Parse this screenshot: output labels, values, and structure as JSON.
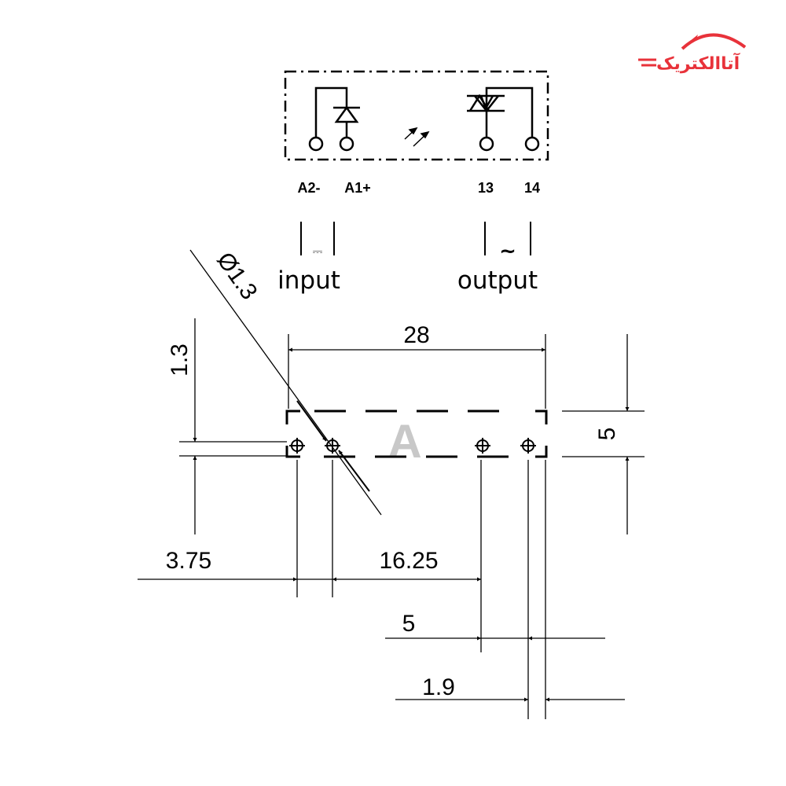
{
  "logo": {
    "text": "آتاالکتریک",
    "color": "#e8323a"
  },
  "watermark": {
    "text": "A"
  },
  "schematic": {
    "terminals": [
      "A2-",
      "A1+",
      "13",
      "14"
    ],
    "input_symbol": "⎓",
    "output_symbol": "~",
    "input_label": "input",
    "output_label": "output"
  },
  "dimensions": {
    "width": "28",
    "height": "5",
    "hole_diameter": "Ø1.3",
    "hole_offset": "1.3",
    "pitch_1": "3.75",
    "pitch_2": "16.25",
    "pitch_3": "5",
    "edge_offset": "1.9"
  }
}
